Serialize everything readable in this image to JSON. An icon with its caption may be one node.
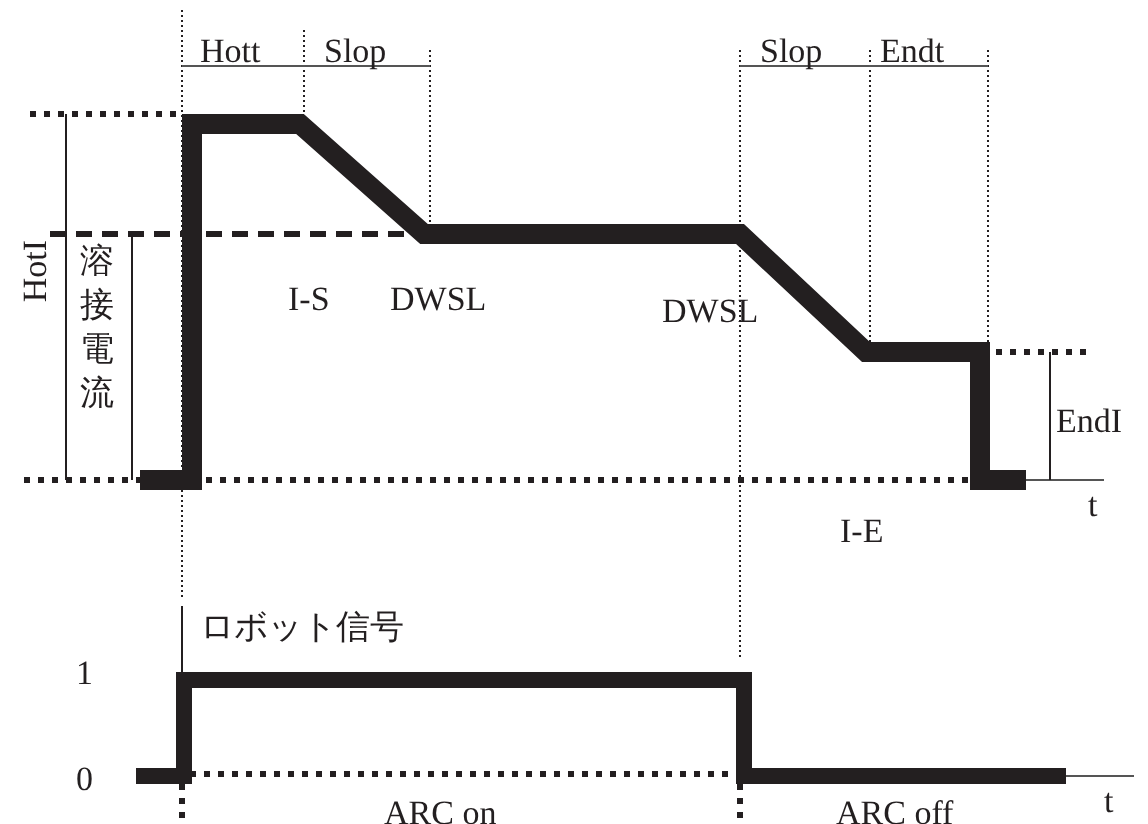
{
  "diagram": {
    "labels": [
      "Hott",
      "Slop",
      "Slop",
      "Endt",
      "HotI",
      "溶接電流",
      "I-S",
      "DWSL",
      "DWSL",
      "EndI",
      "t",
      "I-E",
      "ロボット信号",
      "1",
      "0",
      "t",
      "ARC on",
      "ARC off"
    ]
  }
}
